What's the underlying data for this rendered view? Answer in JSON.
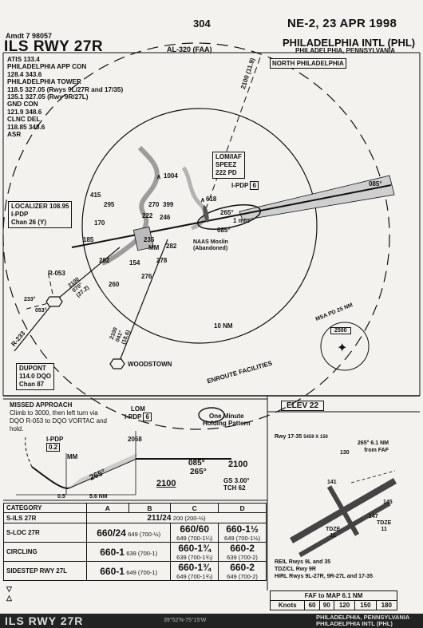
{
  "header": {
    "page": "304",
    "date": "NE-2, 23 APR 1998",
    "amendment": "Amdt 7 98057",
    "title": "ILS RWY 27R",
    "aircraft": "AL-320 (FAA)",
    "airport": "PHILADELPHIA INTL (PHL)",
    "location": "PHILADELPHIA, PENNSYLVANIA"
  },
  "frequencies": [
    "ATIS 133.4",
    "PHILADELPHIA APP CON",
    "128.4 343.6",
    "PHILADELPHIA TOWER",
    "118.5 327.05 (Rwys 9L/27R and 17/35)",
    "135.1 327.05 (Rwy 9R/27L)",
    "GND CON",
    "121.9 348.6",
    "CLNC DEL",
    "118.85 348.6",
    "ASR"
  ],
  "plan": {
    "north_phila": "NORTH PHILADELPHIA",
    "alt_2100_top": "2100",
    "alt_2100_top_sub": "(11.9)",
    "lom_label": "LOM/IAF",
    "lom_name": "SPEEZ",
    "lom_freq": "222 PD",
    "ipdp_label": "I-PDP",
    "ipdp_dme": "6",
    "course_inbound": "265°",
    "course_outbound": "085°",
    "holding": "1 min",
    "course_right": "085°",
    "loc_title": "LOCALIZER 108.95",
    "loc_ident": "I-PDP",
    "loc_chan": "Chan 26 (Y)",
    "obs_1004": "1004",
    "obs_618": "618",
    "obs_415": "415",
    "obs_295": "295",
    "obs_170": "170",
    "obs_185": "185",
    "obs_270": "270",
    "obs_399": "399",
    "obs_222": "222",
    "obs_246": "246",
    "obs_235": "235",
    "obs_282": "282",
    "obs_292": "292",
    "obs_154": "154",
    "obs_278": "278",
    "obs_276": "276",
    "obs_260": "260",
    "mm_label": "MM",
    "naas": "NAAS Moslin",
    "naas_sub": "(Abandoned)",
    "r053": "R-053",
    "r233": "R-233",
    "radial_233": "233°",
    "radial_053": "053°",
    "alt_2100_left": "2100",
    "alt_2100_left_sub1": "070°",
    "alt_2100_left_sub2": "(27.2)",
    "alt_2100_bot": "2100",
    "alt_2100_bot_sub1": "041°",
    "alt_2100_bot_sub2": "(18.6)",
    "ten_nm": "10 NM",
    "enroute": "ENROUTE FACILITIES",
    "woodstown": "WOODSTOWN",
    "dupont_name": "DUPONT",
    "dupont_freq": "114.0 DQO",
    "dupont_chan": "Chan 87",
    "msa_label": "MSA PD 25 NM",
    "msa_alt": "2500"
  },
  "profile": {
    "missed_title": "MISSED APPROACH",
    "missed_text": "Climb to 3000, then left turn via DQO R-053 to DQO VORTAC and hold.",
    "lom": "LOM",
    "ipdp": "I-PDP",
    "ipdp_dme": "6",
    "one_min": "One Minute",
    "holding_pattern": "Holding Pattern",
    "ipdp_left": "I-PDP",
    "ipdp_left_dme": "0.2",
    "mm": "MM",
    "alt_2058": "2058",
    "hold_out": "085°",
    "hold_alt": "2100",
    "hold_in": "265°",
    "gs_angle": "265°",
    "fix_alt": "2100",
    "gs": "GS 3.00°",
    "tch": "TCH 62",
    "dist_05": "0.5",
    "dist_56": "5.6 NM"
  },
  "airport_diagram": {
    "elev_label": "ELEV",
    "elev": "22",
    "rwy_1735": "Rwy 17-35",
    "rwy_1735_dims": "5459 X 150",
    "faf_note1": "265° 6.1 NM",
    "faf_note2": "from FAF",
    "n130": "130",
    "n141": "141",
    "n145": "145",
    "n147": "147",
    "tdze_l": "TDZE",
    "tdze_l_val": "11",
    "tdze_r": "TDZE",
    "tdze_r_val": "11",
    "notes": [
      "REIL Rwys 9L and 35",
      "TDZ/CL Rwy 9R",
      "HIRL Rwys 9L-27R, 9R-27L and 17-35"
    ],
    "faf_map": "FAF to MAP 6.1 NM",
    "knots_label": "Knots",
    "knots": [
      "60",
      "90",
      "120",
      "150",
      "180"
    ]
  },
  "minimums": {
    "header": [
      "CATEGORY",
      "A",
      "B",
      "C",
      "D"
    ],
    "rows": [
      {
        "name": "S-ILS 27R",
        "merged": "211/24",
        "merged_sub": "200 (200-½)"
      },
      {
        "name": "S-LOC 27R",
        "ab": "660/24",
        "ab_sub": "649 (700-½)",
        "c": "660/60",
        "c_sub": "649 (700-1¼)",
        "d": "660-1½",
        "d_sub": "649 (700-1½)"
      },
      {
        "name": "CIRCLING",
        "ab": "660-1",
        "ab_sub": "639 (700-1)",
        "c": "660-1¾",
        "c_sub": "639 (700-1¾)",
        "d": "660-2",
        "d_sub": "639 (700-2)"
      },
      {
        "name": "SIDESTEP RWY 27L",
        "ab": "660-1",
        "ab_sub": "649 (700-1)",
        "c": "660-1¾",
        "c_sub": "649 (700-1¾)",
        "d": "660-2",
        "d_sub": "649 (700-2)"
      }
    ]
  },
  "footer": {
    "title": "ILS RWY 27R",
    "mid": "39°52'N-75°15'W",
    "right1": "PHILADELPHIA, PENNSYLVANIA",
    "right2": "PHILADELPHIA INTL (PHL)"
  }
}
